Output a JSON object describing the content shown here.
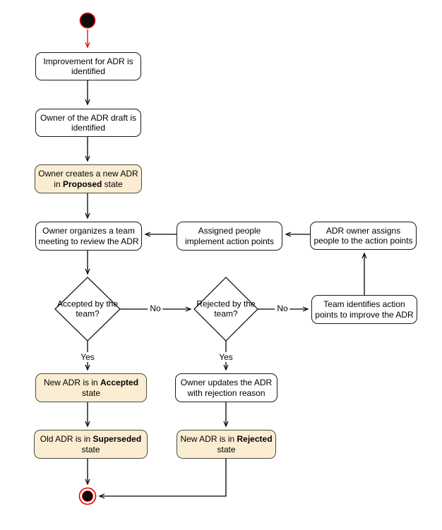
{
  "colors": {
    "background": "#FFFFFF",
    "activity_fill": "#FFFFFF",
    "activity_border": "#1A1A1A",
    "state_fill": "#FBEDD2",
    "state_border": "#4D4A43",
    "edge": "#000000",
    "start_edge": "#E60000",
    "node_text": "#000000"
  },
  "nodes": {
    "improvement": {
      "text": "Improvement for ADR is identified"
    },
    "owner_identified": {
      "text": "Owner of the ADR draft is identified"
    },
    "create_proposed": {
      "pre": "Owner creates a new ADR in ",
      "bold": "Proposed",
      "post": " state"
    },
    "organize_meeting": {
      "text": "Owner organizes a team meeting to review the ADR"
    },
    "implement_points": {
      "text": "Assigned people implement action points"
    },
    "assign_people": {
      "text": "ADR owner assigns people to the action points"
    },
    "accepted_question": {
      "text": "Accepted by the team?"
    },
    "rejected_question": {
      "text": "Rejected by the team?"
    },
    "identify_points": {
      "text": "Team identifies action points to improve the ADR"
    },
    "accepted_state": {
      "pre": "New ADR is in ",
      "bold": "Accepted",
      "post": " state"
    },
    "update_rejection": {
      "text": "Owner updates the ADR with rejection reason"
    },
    "superseded_state": {
      "pre": "Old ADR is in ",
      "bold": "Superseded",
      "post": " state"
    },
    "rejected_state": {
      "pre": "New ADR is in ",
      "bold": "Rejected",
      "post": " state"
    }
  },
  "edge_labels": {
    "accepted_no": "No",
    "rejected_no": "No",
    "accepted_yes": "Yes",
    "rejected_yes": "Yes"
  }
}
